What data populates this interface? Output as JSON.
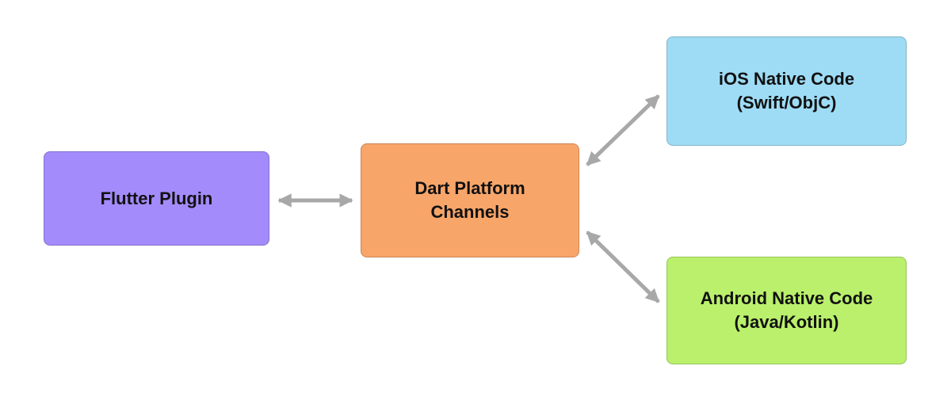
{
  "diagram": {
    "arrow_color": "#a8a8a8",
    "nodes": {
      "flutter_plugin": {
        "label": "Flutter Plugin",
        "color": "#a48bfb"
      },
      "dart_platform_channels": {
        "label": "Dart Platform\nChannels",
        "color": "#f8a569"
      },
      "ios_native": {
        "label": "iOS Native Code\n(Swift/ObjC)",
        "color": "#9edcf6"
      },
      "android_native": {
        "label": "Android Native Code\n(Java/Kotlin)",
        "color": "#baf06c"
      }
    },
    "edges": [
      {
        "from": "flutter_plugin",
        "to": "dart_platform_channels",
        "direction": "bidirectional"
      },
      {
        "from": "dart_platform_channels",
        "to": "ios_native",
        "direction": "bidirectional"
      },
      {
        "from": "dart_platform_channels",
        "to": "android_native",
        "direction": "bidirectional"
      }
    ]
  }
}
